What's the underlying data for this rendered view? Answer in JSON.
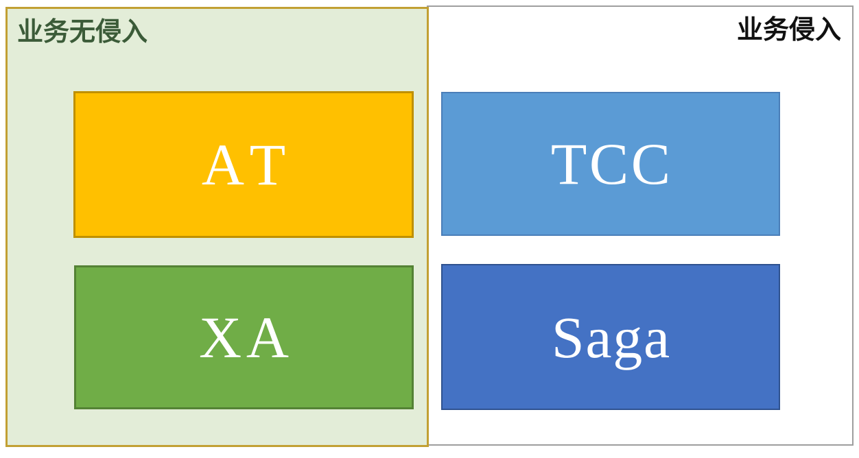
{
  "diagram": {
    "left_panel": {
      "title": "业务无侵入",
      "title_color": "#3B5B38",
      "background": "#E3EDD8",
      "border_color": "#C2A033",
      "boxes": [
        {
          "label": "AT",
          "fill": "#FFC000",
          "border": "#BF9000",
          "text_color": "#FFFFFF"
        },
        {
          "label": "XA",
          "fill": "#70AD47",
          "border": "#548235",
          "text_color": "#FFFFFF"
        }
      ]
    },
    "right_panel": {
      "title": "业务侵入",
      "title_color": "#111111",
      "background": "#FFFFFF",
      "border_color": "#9E9E9E",
      "boxes": [
        {
          "label": "TCC",
          "fill": "#5B9BD5",
          "border": "#4A7EB8",
          "text_color": "#FFFFFF"
        },
        {
          "label": "Saga",
          "fill": "#4472C4",
          "border": "#2F528F",
          "text_color": "#FFFFFF"
        }
      ]
    }
  }
}
